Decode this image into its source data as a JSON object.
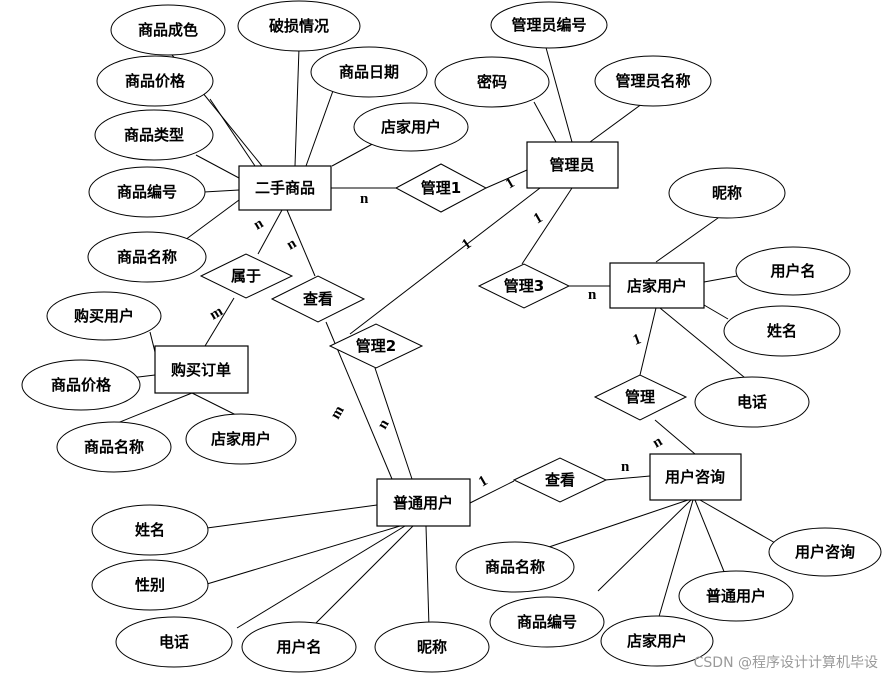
{
  "entities": {
    "goods": "二手商品",
    "admin": "管理员",
    "shop_user": "店家用户",
    "order": "购买订单",
    "normal_user": "普通用户",
    "consult": "用户咨询"
  },
  "relationships": {
    "manage1": "管理1",
    "manage2": "管理2",
    "manage3": "管理3",
    "belong": "属于",
    "view_goods": "查看",
    "view_consult": "查看",
    "manage": "管理"
  },
  "attributes": {
    "goods": [
      "商品成色",
      "破损情况",
      "商品日期",
      "店家用户",
      "商品价格",
      "商品类型",
      "商品编号",
      "商品名称"
    ],
    "admin": [
      "管理员编号",
      "密码",
      "管理员名称"
    ],
    "shop_user": [
      "昵称",
      "用户名",
      "姓名",
      "电话"
    ],
    "order": [
      "购买用户",
      "商品价格",
      "商品名称",
      "店家用户"
    ],
    "normal_user": [
      "姓名",
      "性别",
      "电话",
      "用户名",
      "昵称"
    ],
    "consult": [
      "商品名称",
      "商品编号",
      "店家用户",
      "普通用户",
      "用户咨询"
    ]
  },
  "cardinalities": {
    "goods_manage1": "n",
    "admin_manage1": "1",
    "admin_manage2": "1",
    "admin_manage3": "1",
    "shop_manage3": "n",
    "goods_belong": "n",
    "order_belong": "m",
    "goods_view": "n",
    "normal_view_goods": "m",
    "normal_manage2": "n",
    "normal_view_consult": "1",
    "consult_view": "n",
    "shop_manage": "1",
    "consult_manage": "n"
  },
  "watermark": "CSDN @程序设计计算机毕设"
}
